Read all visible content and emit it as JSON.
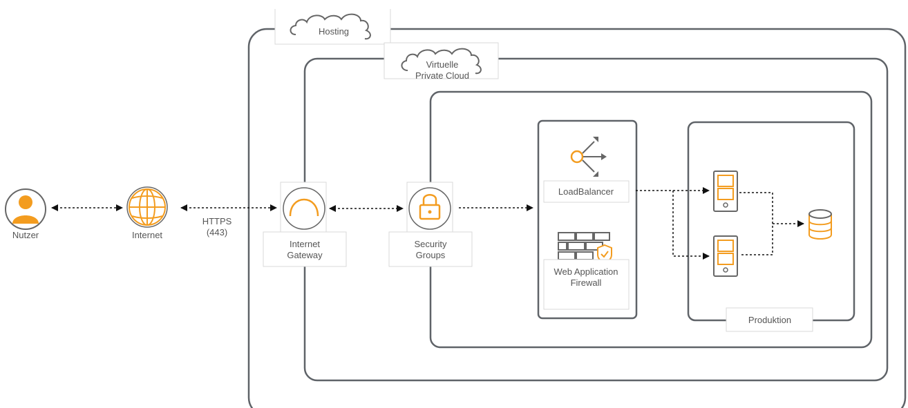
{
  "diagram": {
    "hosting_label": "Hosting",
    "vpc_label": "Virtuelle Private Cloud",
    "user_label": "Nutzer",
    "internet_label": "Internet",
    "https_label": "HTTPS (443)",
    "internet_gateway_label": "Internet Gateway",
    "security_groups_label": "Security Groups",
    "load_balancer_label": "LoadBalancer",
    "waf_label": "Web Application Firewall",
    "produktion_label": "Produktion"
  },
  "colors": {
    "accent": "#f39c1f",
    "frame": "#5f6368",
    "label_border": "#d9d9d9",
    "icon_gray": "#666666"
  }
}
